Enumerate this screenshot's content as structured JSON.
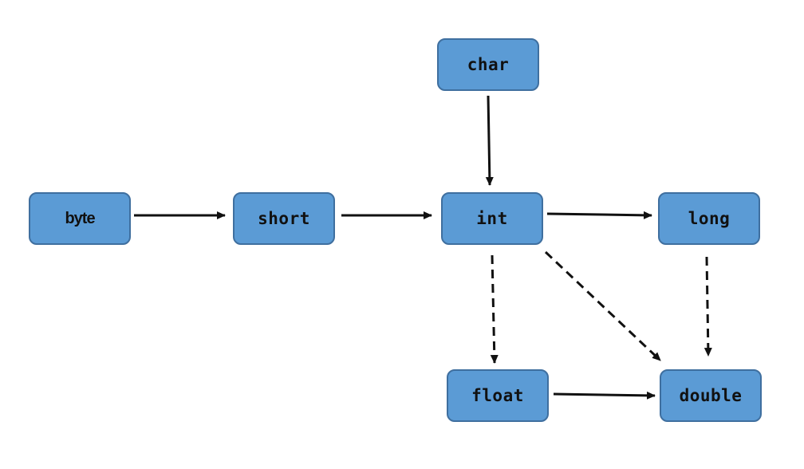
{
  "colors": {
    "node_fill": "#5b9bd5",
    "node_border": "#3f6f9f",
    "edge": "#111111",
    "text": "#111111"
  },
  "nodes": {
    "byte": {
      "label": "byte"
    },
    "short": {
      "label": "short"
    },
    "char": {
      "label": "char"
    },
    "int": {
      "label": "int"
    },
    "long": {
      "label": "long"
    },
    "float": {
      "label": "float"
    },
    "double": {
      "label": "double"
    }
  },
  "edges": [
    {
      "from": "byte",
      "to": "short",
      "style": "solid"
    },
    {
      "from": "short",
      "to": "int",
      "style": "solid"
    },
    {
      "from": "char",
      "to": "int",
      "style": "solid"
    },
    {
      "from": "int",
      "to": "long",
      "style": "solid"
    },
    {
      "from": "int",
      "to": "float",
      "style": "dashed"
    },
    {
      "from": "int",
      "to": "double",
      "style": "dashed"
    },
    {
      "from": "long",
      "to": "double",
      "style": "dashed"
    },
    {
      "from": "float",
      "to": "double",
      "style": "solid"
    }
  ]
}
